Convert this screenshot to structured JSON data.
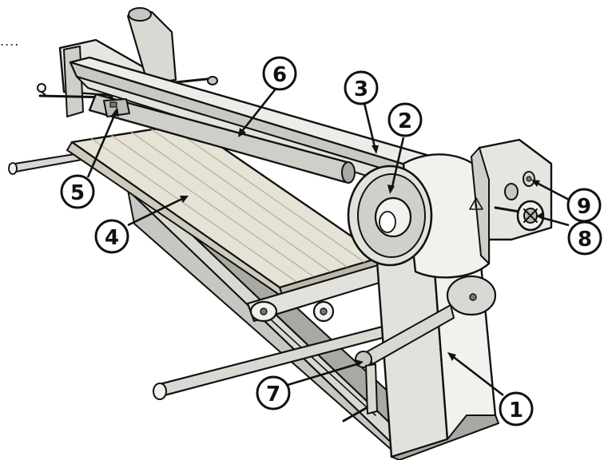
{
  "top_left_text": "....",
  "callouts": [
    {
      "id": "1",
      "label": "1"
    },
    {
      "id": "2",
      "label": "2"
    },
    {
      "id": "3",
      "label": "3"
    },
    {
      "id": "4",
      "label": "4"
    },
    {
      "id": "5",
      "label": "5"
    },
    {
      "id": "6",
      "label": "6"
    },
    {
      "id": "7",
      "label": "7"
    },
    {
      "id": "8",
      "label": "8"
    },
    {
      "id": "9",
      "label": "9"
    }
  ],
  "colors": {
    "outline": "#111111",
    "body_light": "#f1f1ee",
    "body_mid": "#d9d9d4",
    "body_shadow": "#a9a9a3",
    "wood": "#e6e2d6",
    "wood_lines": "#b9b4a6"
  }
}
